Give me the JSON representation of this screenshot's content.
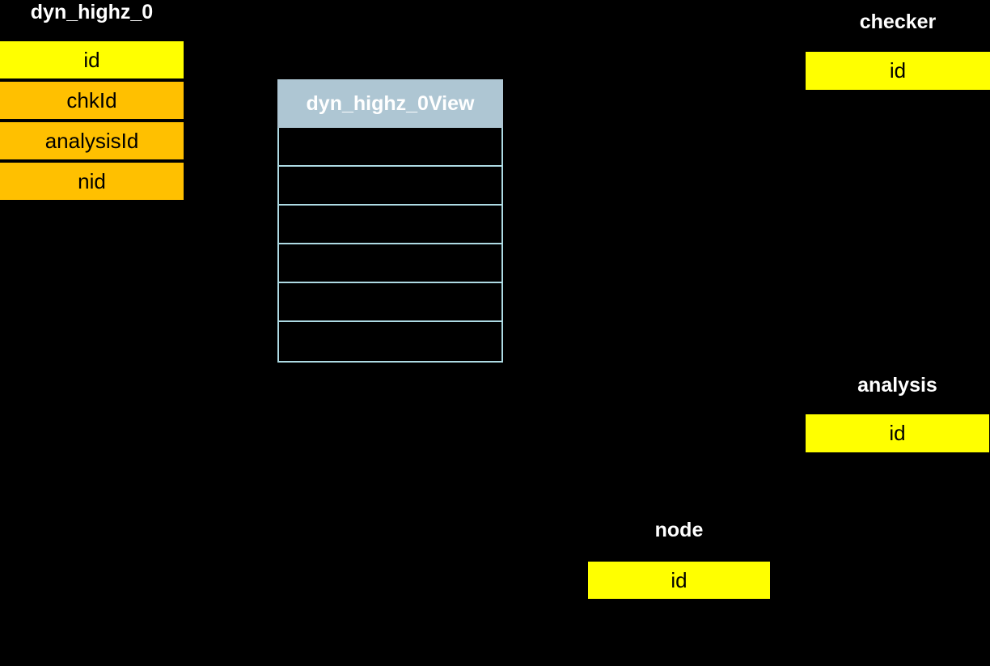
{
  "diagram": {
    "type": "database-er-diagram",
    "background_color": "#000000",
    "colors": {
      "primary_key_fill": "#ffff00",
      "foreign_key_fill": "#ffc000",
      "view_header_fill": "#aec6d3",
      "view_row_border": "#aedbe4",
      "title_text": "#ffffff",
      "cell_text": "#000000"
    },
    "tables": {
      "dyn_highz_0": {
        "title": "dyn_highz_0",
        "columns": [
          {
            "label": "id",
            "key_type": "primary"
          },
          {
            "label": "chkId",
            "key_type": "foreign"
          },
          {
            "label": "analysisId",
            "key_type": "foreign"
          },
          {
            "label": "nid",
            "key_type": "foreign"
          }
        ]
      },
      "dyn_highz_0_view": {
        "title": "dyn_highz_0View",
        "empty_row_count": 6
      },
      "checker": {
        "title": "checker",
        "columns": [
          {
            "label": "id",
            "key_type": "primary"
          }
        ]
      },
      "analysis": {
        "title": "analysis",
        "columns": [
          {
            "label": "id",
            "key_type": "primary"
          }
        ]
      },
      "node": {
        "title": "node",
        "columns": [
          {
            "label": "id",
            "key_type": "primary"
          }
        ]
      }
    }
  }
}
